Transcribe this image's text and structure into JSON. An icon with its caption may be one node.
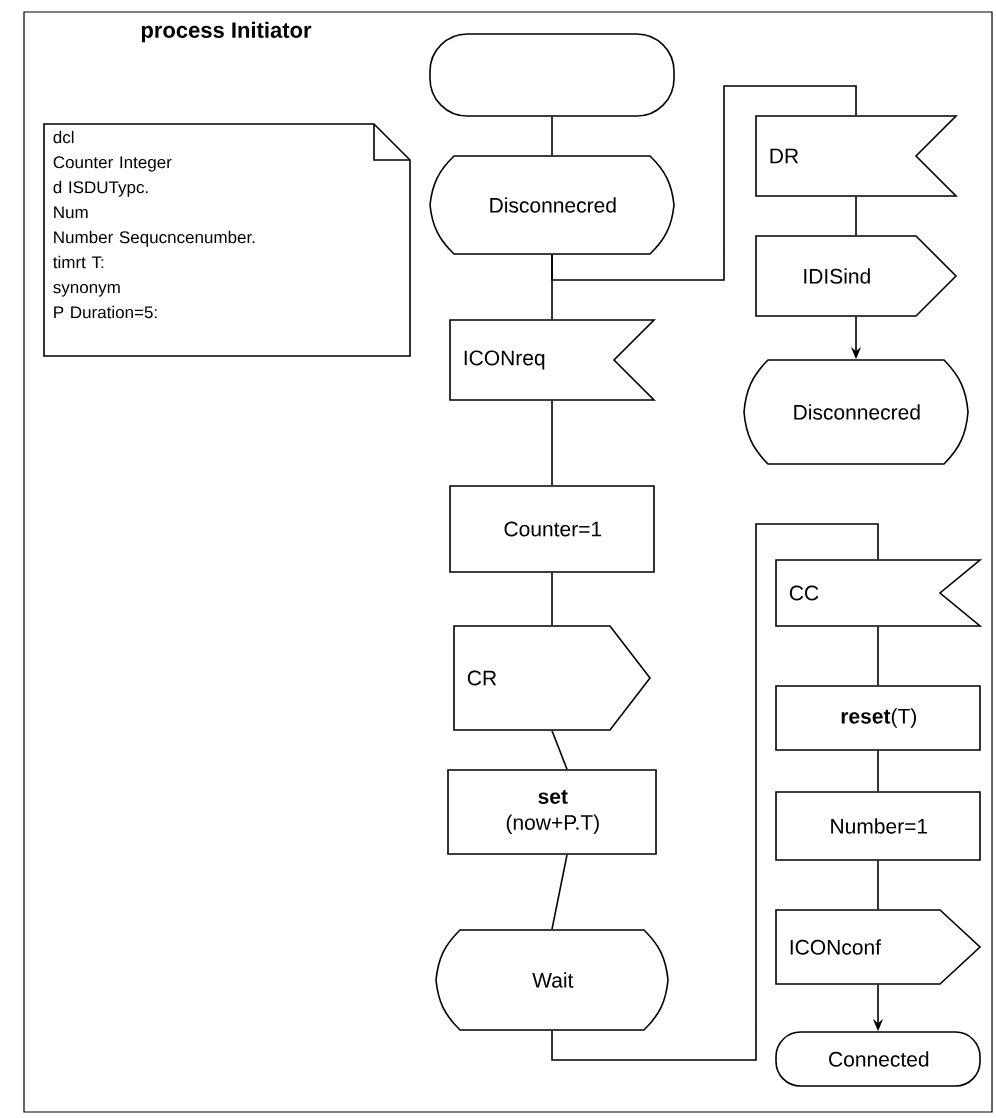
{
  "diagram": {
    "title": "process Initiator",
    "nodes": [
      {
        "text": [
          "dcl",
          "Counter Integer",
          "d ISDUTypc.",
          "Num",
          "Number Sequcncenumber.",
          "timrt T:",
          "synonym",
          "P Duration=5:"
        ]
      },
      {
        "text": [],
        "shape": "box"
      },
      {
        "text": [
          "Disconnecred"
        ]
      },
      {
        "text": [
          "ICONreq"
        ]
      },
      {
        "text": [
          "Counter=1"
        ]
      },
      {
        "text": [
          "CR"
        ]
      },
      {
        "text": [
          "**set** (now+P.T)"
        ]
      },
      {
        "text": [
          "Wait"
        ]
      },
      {
        "text": [
          "DR"
        ]
      },
      {
        "text": [
          "IDISind"
        ]
      },
      {
        "text": [
          "Disconnecred"
        ]
      },
      {
        "text": [
          "CC"
        ]
      },
      {
        "text": [
          "**reset**(T)"
        ]
      },
      {
        "text": [
          "Number=1"
        ]
      },
      {
        "text": [
          "ICONconf"
        ]
      },
      {
        "text": [
          "Connected"
        ]
      }
    ],
    "edges": [
      {
        "from": 1,
        "to": 2,
        "arrow": "none"
      },
      {
        "from": 2,
        "to": 3,
        "arrow": "none"
      },
      {
        "from": 2,
        "to": 8,
        "arrow": "none"
      },
      {
        "from": 8,
        "to": 9,
        "arrow": "none"
      },
      {
        "from": 9,
        "to": 10,
        "arrow": "to"
      },
      {
        "from": 3,
        "to": 4,
        "arrow": "none"
      },
      {
        "from": 4,
        "to": 5,
        "arrow": "none"
      },
      {
        "from": 5,
        "to": 6,
        "arrow": "none"
      },
      {
        "from": 6,
        "to": 7,
        "arrow": "none"
      },
      {
        "from": 7,
        "to": 11,
        "arrow": "none"
      },
      {
        "from": 11,
        "to": 12,
        "arrow": "none"
      },
      {
        "from": 12,
        "to": 13,
        "arrow": "none"
      },
      {
        "from": 13,
        "to": 14,
        "arrow": "none"
      },
      {
        "from": 14,
        "to": 15,
        "arrow": "to"
      }
    ]
  }
}
